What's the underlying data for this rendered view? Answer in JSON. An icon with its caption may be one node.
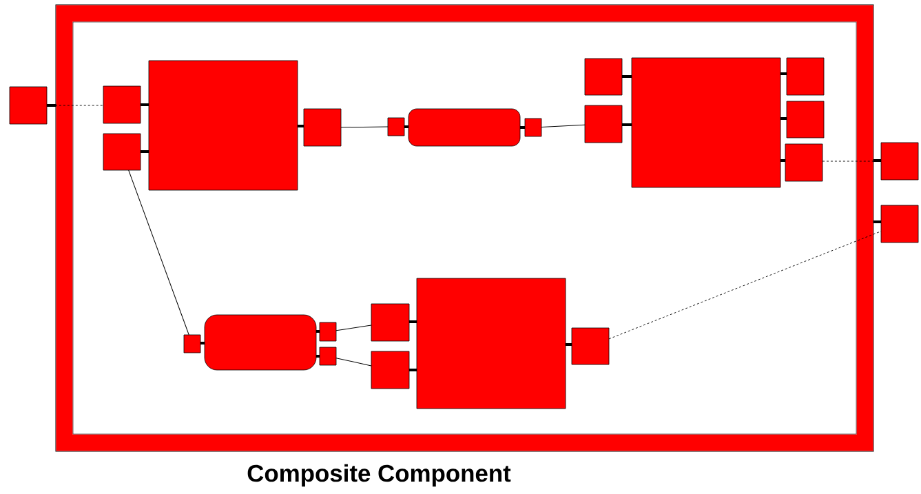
{
  "diagram": {
    "nodes": [
      {
        "text": [
          "Composite Component"
        ]
      },
      {
        "text": [],
        "shape": "box"
      },
      {
        "text": [],
        "shape": "box",
        "in": 0
      },
      {
        "text": [],
        "shape": "box",
        "in": 0
      },
      {
        "text": [],
        "shape": "box",
        "in": 0
      },
      {
        "text": [],
        "shape": "box",
        "in": 0
      },
      {
        "text": [],
        "shape": "box",
        "in": 0
      },
      {
        "text": [],
        "shape": "box",
        "in": 0
      },
      {
        "text": [],
        "shape": "box",
        "in": 0
      },
      {
        "text": [],
        "shape": "box",
        "in": 0
      },
      {
        "text": [],
        "shape": "box",
        "in": 0
      },
      {
        "text": [],
        "shape": "box",
        "in": 0
      },
      {
        "text": [],
        "shape": "box",
        "in": 0
      },
      {
        "text": [],
        "shape": "box",
        "in": 0
      },
      {
        "text": [],
        "shape": "box",
        "in": 0
      },
      {
        "text": [],
        "shape": "box"
      },
      {
        "text": [],
        "shape": "box"
      },
      {
        "text": [],
        "shape": "box",
        "in": 0
      },
      {
        "text": [],
        "shape": "box",
        "in": 0
      },
      {
        "text": [],
        "shape": "box",
        "in": 0
      },
      {
        "text": [],
        "shape": "box",
        "in": 0
      },
      {
        "text": [],
        "shape": "box",
        "in": 0
      },
      {
        "text": [],
        "shape": "box",
        "in": 0
      },
      {
        "text": [],
        "shape": "box",
        "in": 0
      },
      {
        "text": [],
        "shape": "box",
        "in": 0
      }
    ],
    "edges": [
      {
        "from": 1,
        "to": 0,
        "arrow": "none"
      },
      {
        "from": 1,
        "to": 3,
        "arrow": "none",
        "style": "dashed"
      },
      {
        "from": 3,
        "to": 2,
        "arrow": "none"
      },
      {
        "from": 4,
        "to": 2,
        "arrow": "none"
      },
      {
        "from": 2,
        "to": 5,
        "arrow": "none"
      },
      {
        "from": 5,
        "to": 6,
        "arrow": "none"
      },
      {
        "from": 6,
        "to": 7,
        "arrow": "none"
      },
      {
        "from": 7,
        "to": 8,
        "arrow": "none"
      },
      {
        "from": 8,
        "to": 10,
        "arrow": "none"
      },
      {
        "from": 9,
        "to": 11,
        "arrow": "none"
      },
      {
        "from": 10,
        "to": 11,
        "arrow": "none"
      },
      {
        "from": 11,
        "to": 12,
        "arrow": "none"
      },
      {
        "from": 11,
        "to": 13,
        "arrow": "none"
      },
      {
        "from": 11,
        "to": 14,
        "arrow": "none"
      },
      {
        "from": 14,
        "to": 15,
        "arrow": "none",
        "style": "dashed"
      },
      {
        "from": 15,
        "to": 0,
        "arrow": "none"
      },
      {
        "from": 16,
        "to": 0,
        "arrow": "none"
      },
      {
        "from": 4,
        "to": 17,
        "arrow": "none"
      },
      {
        "from": 17,
        "to": 18,
        "arrow": "none"
      },
      {
        "from": 18,
        "to": 19,
        "arrow": "none"
      },
      {
        "from": 18,
        "to": 20,
        "arrow": "none"
      },
      {
        "from": 19,
        "to": 21,
        "arrow": "none"
      },
      {
        "from": 20,
        "to": 22,
        "arrow": "none"
      },
      {
        "from": 21,
        "to": 23,
        "arrow": "none"
      },
      {
        "from": 22,
        "to": 23,
        "arrow": "none"
      },
      {
        "from": 23,
        "to": 24,
        "arrow": "none"
      },
      {
        "from": 24,
        "to": 16,
        "arrow": "none",
        "style": "dashed"
      }
    ]
  }
}
